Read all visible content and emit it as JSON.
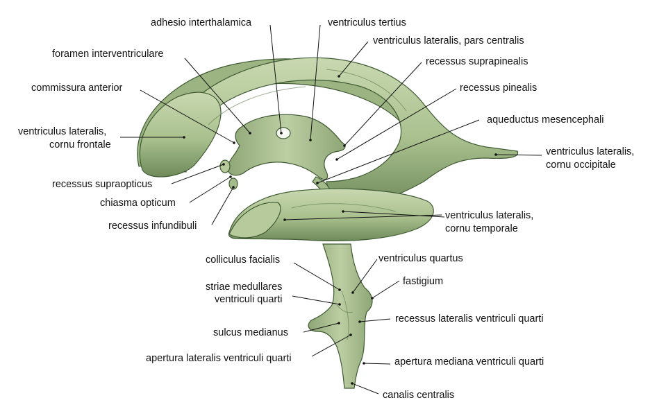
{
  "colors": {
    "organ_fill": "#a9c08e",
    "organ_light": "#c9d8b0",
    "organ_dark": "#6f8a5a",
    "outline": "#3f5a33",
    "text": "#111111",
    "background": "#ffffff"
  },
  "labels": {
    "adhesio_interthalamica": "adhesio interthalamica",
    "ventriculus_tertius": "ventriculus tertius",
    "foramen_interventriculare": "foramen interventriculare",
    "ventriculus_lateralis_pars_centralis": "ventriculus lateralis, pars centralis",
    "recessus_suprapinealis": "recessus suprapinealis",
    "commissura_anterior": "commissura anterior",
    "recessus_pinealis": "recessus pinealis",
    "cornu_frontale_line1": "ventriculus lateralis,",
    "cornu_frontale_line2": "cornu frontale",
    "aqueductus_mesencephali": "aqueductus mesencephali",
    "cornu_occipitale_line1": "ventriculus lateralis,",
    "cornu_occipitale_line2": "cornu occipitale",
    "recessus_supraopticus": "recessus supraopticus",
    "chiasma_opticum": "chiasma opticum",
    "recessus_infundibuli": "recessus infundibuli",
    "cornu_temporale_line1": "ventriculus lateralis,",
    "cornu_temporale_line2": "cornu temporale",
    "colliculus_facialis": "colliculus facialis",
    "ventriculus_quartus": "ventriculus quartus",
    "striae_line1": "striae medullares",
    "striae_line2": "ventriculi quarti",
    "fastigium": "fastigium",
    "recessus_lateralis": "recessus lateralis ventriculi quarti",
    "sulcus_medianus": "sulcus medianus",
    "apertura_lateralis": "apertura lateralis ventriculi quarti",
    "apertura_mediana": "apertura mediana ventriculi quarti",
    "canalis_centralis": "canalis centralis"
  }
}
